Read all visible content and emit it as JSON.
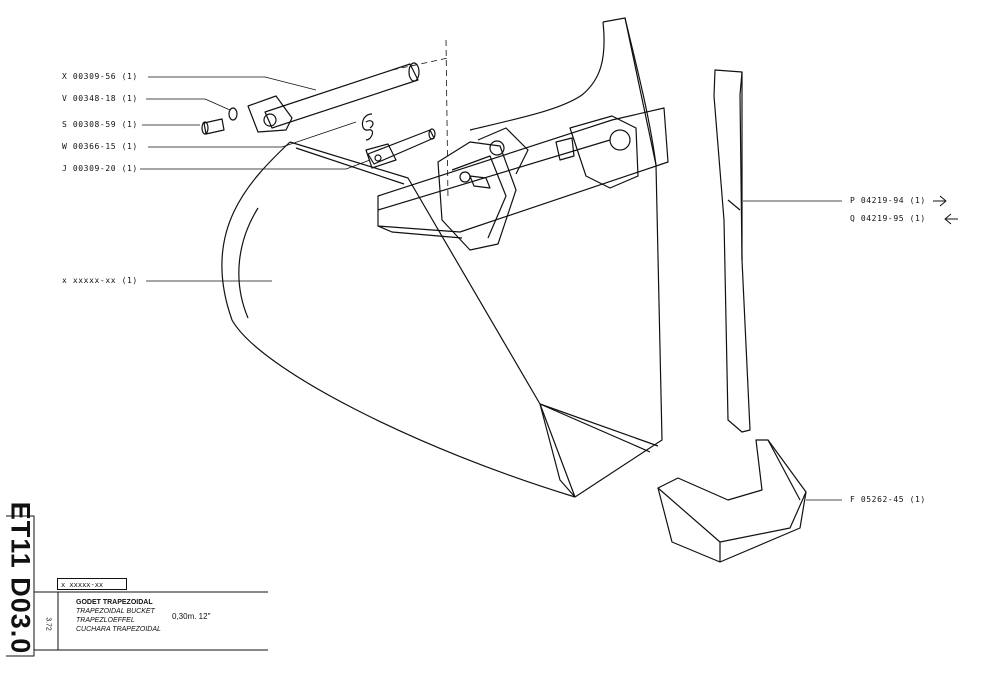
{
  "parts": [
    {
      "code": "X 00309-56 (1)"
    },
    {
      "code": "V 00348-18 (1)"
    },
    {
      "code": "S 00308-59 (1)"
    },
    {
      "code": "W 00366-15 (1)"
    },
    {
      "code": "J 00309-20 (1)"
    },
    {
      "code": "x xxxxx-xx (1)"
    },
    {
      "code": "P 04219-94 (1)"
    },
    {
      "code": "Q 04219-95 (1)"
    },
    {
      "code": "F 05262-45 (1)"
    }
  ],
  "title_block": {
    "drawing_code": "ET11 D03.0",
    "date": "3.72",
    "part_box": "x xxxxx-xx",
    "names": [
      "GODET TRAPEZOIDAL",
      "TRAPEZOIDAL BUCKET",
      "TRAPEZLOEFFEL",
      "CUCHARA TRAPEZOIDAL"
    ],
    "size": "0,30m.   12\""
  }
}
